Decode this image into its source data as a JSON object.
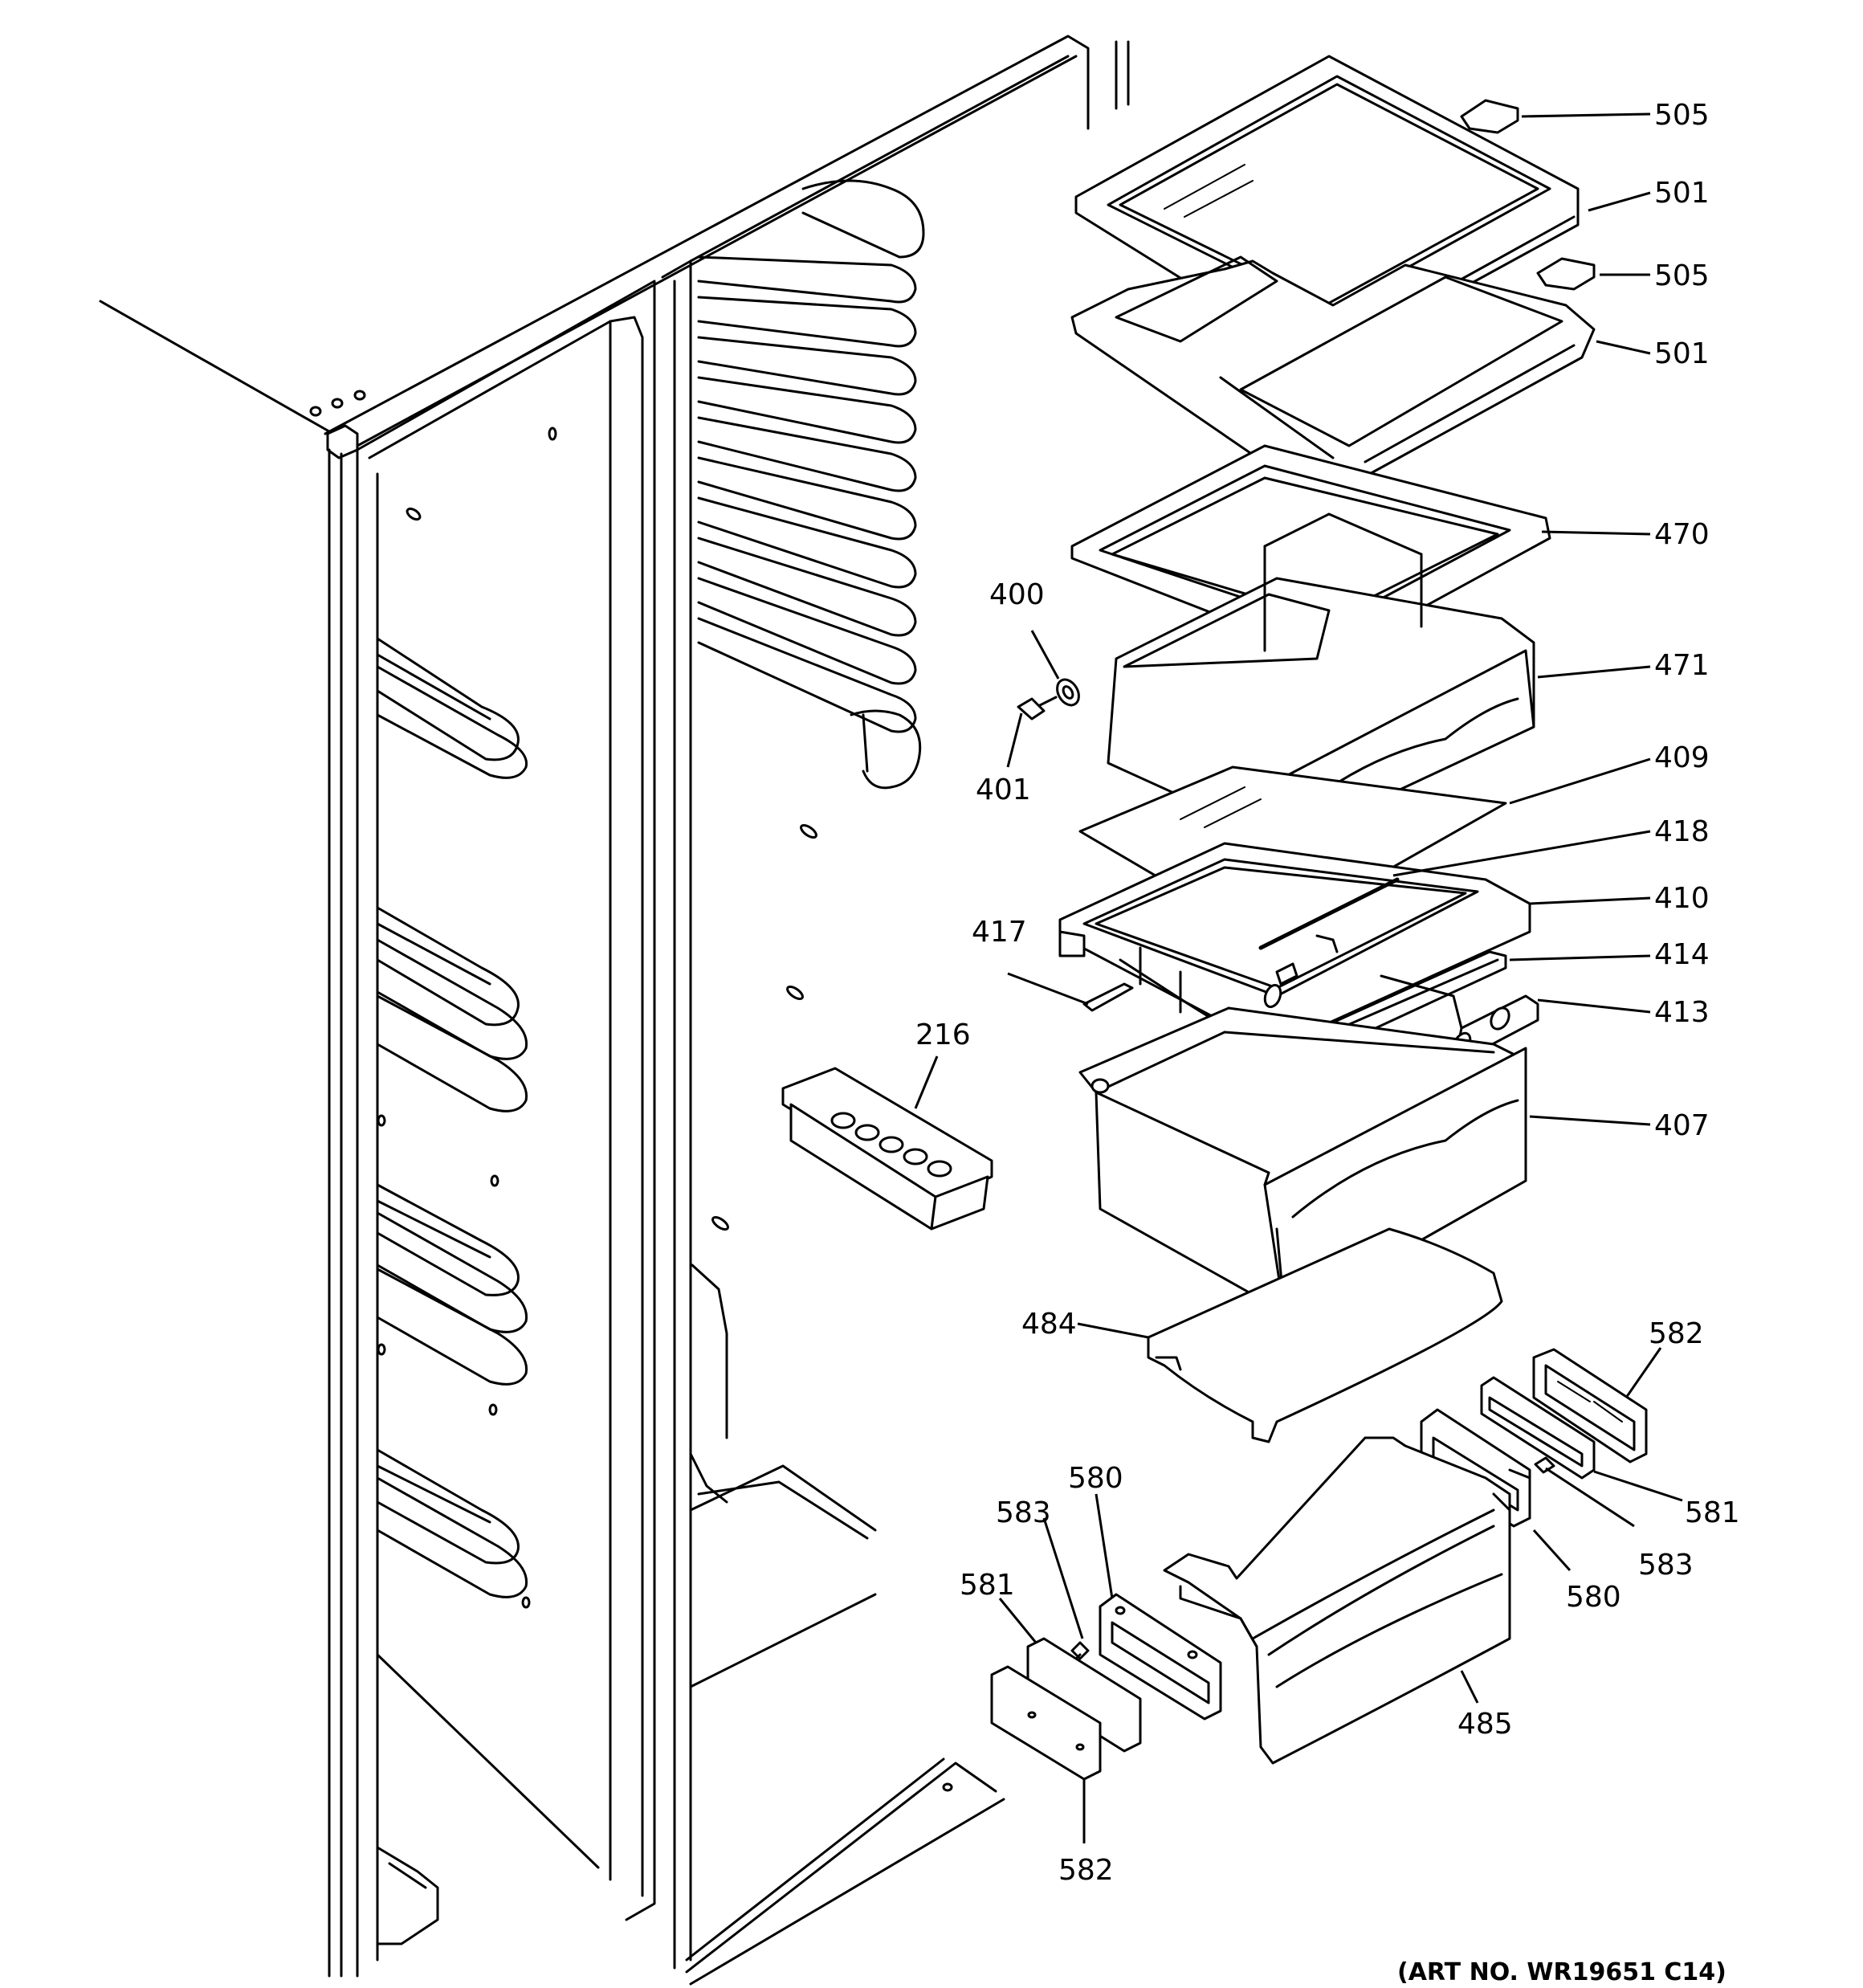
{
  "art_number": "(ART NO. WR19651 C14)",
  "callouts": [
    {
      "id": "505-a",
      "label": "505"
    },
    {
      "id": "501-a",
      "label": "501"
    },
    {
      "id": "505-b",
      "label": "505"
    },
    {
      "id": "501-b",
      "label": "501"
    },
    {
      "id": "470",
      "label": "470"
    },
    {
      "id": "471",
      "label": "471"
    },
    {
      "id": "409",
      "label": "409"
    },
    {
      "id": "418",
      "label": "418"
    },
    {
      "id": "410",
      "label": "410"
    },
    {
      "id": "414",
      "label": "414"
    },
    {
      "id": "413",
      "label": "413"
    },
    {
      "id": "407",
      "label": "407"
    },
    {
      "id": "400",
      "label": "400"
    },
    {
      "id": "401",
      "label": "401"
    },
    {
      "id": "417",
      "label": "417"
    },
    {
      "id": "216",
      "label": "216"
    },
    {
      "id": "484",
      "label": "484"
    },
    {
      "id": "582-a",
      "label": "582"
    },
    {
      "id": "581-a",
      "label": "581"
    },
    {
      "id": "583-a",
      "label": "583"
    },
    {
      "id": "580-a",
      "label": "580"
    },
    {
      "id": "583-b",
      "label": "583"
    },
    {
      "id": "580-b",
      "label": "580"
    },
    {
      "id": "581-b",
      "label": "581"
    },
    {
      "id": "485",
      "label": "485"
    },
    {
      "id": "582-b",
      "label": "582"
    }
  ]
}
